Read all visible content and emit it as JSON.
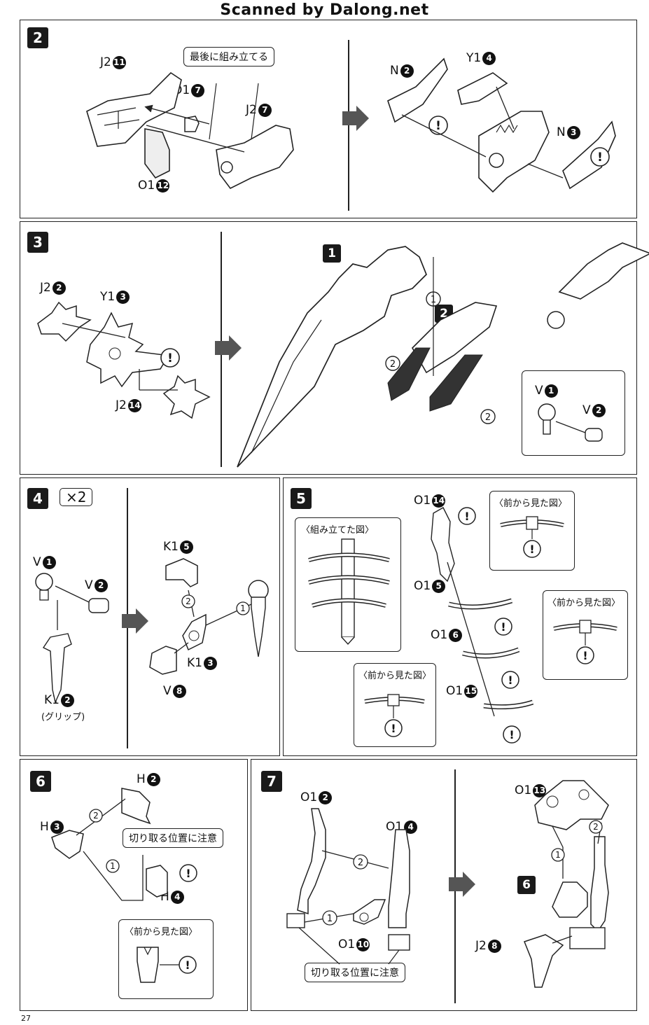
{
  "watermark": "Scanned by Dalong.net",
  "page_number": "27",
  "steps": {
    "s2": {
      "num": "2",
      "labels": {
        "j2_11": "J2",
        "o1_7": "O1",
        "j2_7": "J2",
        "o1_12": "O1",
        "n_2": "N",
        "y1_4": "Y1",
        "n_3": "N"
      },
      "nums": {
        "j2_11": "11",
        "o1_7": "7",
        "j2_7": "7",
        "o1_12": "12",
        "n_2": "2",
        "y1_4": "4",
        "n_3": "3"
      },
      "callout": "最後に組み立てる"
    },
    "s3": {
      "num": "3",
      "labels": {
        "j2_2": "J2",
        "y1_3": "Y1",
        "j2_14": "J2",
        "v_1": "V",
        "v_2": "V"
      },
      "nums": {
        "j2_2": "2",
        "y1_3": "3",
        "j2_14": "14",
        "v_1": "1",
        "v_2": "2"
      },
      "sub1": "1",
      "sub2": "2",
      "circ1": "1",
      "circ2a": "2",
      "circ2b": "2"
    },
    "s4": {
      "num": "4",
      "times": "×2",
      "labels": {
        "v_1": "V",
        "v_2": "V",
        "k1_2": "K1",
        "k1_5": "K1",
        "k1_3": "K1",
        "v_8": "V"
      },
      "nums": {
        "v_1": "1",
        "v_2": "2",
        "k1_2": "2",
        "k1_5": "5",
        "k1_3": "3",
        "v_8": "8"
      },
      "grip": "(グリップ)",
      "circ1": "1",
      "circ2": "2"
    },
    "s5": {
      "num": "5",
      "assembled": "〈組み立てた図〉",
      "front_view": "〈前から見た図〉",
      "labels": {
        "o1_14": "O1",
        "o1_5": "O1",
        "o1_6": "O1",
        "o1_15": "O1"
      },
      "nums": {
        "o1_14": "14",
        "o1_5": "5",
        "o1_6": "6",
        "o1_15": "15"
      }
    },
    "s6": {
      "num": "6",
      "labels": {
        "h_2": "H",
        "h_3": "H",
        "h_4": "H"
      },
      "nums": {
        "h_2": "2",
        "h_3": "3",
        "h_4": "4"
      },
      "cut_note": "切り取る位置に注意",
      "front_view": "〈前から見た図〉",
      "circ1": "1",
      "circ2": "2"
    },
    "s7": {
      "num": "7",
      "labels": {
        "o1_2": "O1",
        "o1_4": "O1",
        "o1_10": "O1",
        "o1_13": "O1",
        "j2_8": "J2"
      },
      "nums": {
        "o1_2": "2",
        "o1_4": "4",
        "o1_10": "10",
        "o1_13": "13",
        "j2_8": "8"
      },
      "cut_note": "切り取る位置に注意",
      "sub6": "6",
      "circ1a": "1",
      "circ2a": "2",
      "circ1b": "1",
      "circ2b": "2"
    }
  }
}
